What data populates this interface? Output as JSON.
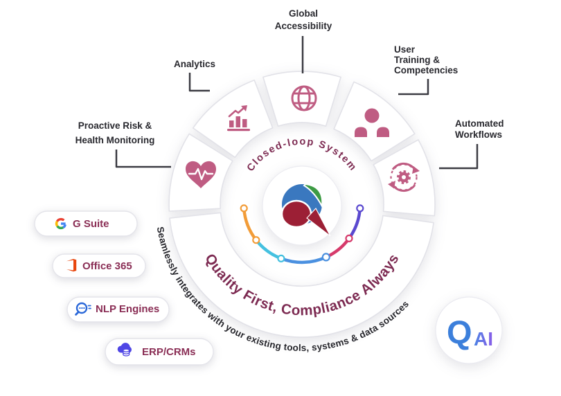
{
  "page": {
    "background": "#ffffff"
  },
  "diagram": {
    "ring_text": "Quality First, Compliance Always",
    "inner_text": "Closed-loop System",
    "outer_text": "Seamlessly integrates with your existing tools, systems & data sources",
    "segments": [
      {
        "id": "health",
        "icon": "heart-pulse-icon"
      },
      {
        "id": "analytics",
        "icon": "bar-chart-icon"
      },
      {
        "id": "global",
        "icon": "globe-icon"
      },
      {
        "id": "people",
        "icon": "team-icon"
      },
      {
        "id": "automation",
        "icon": "gear-sync-icon"
      }
    ]
  },
  "callouts": {
    "analytics": {
      "lines": [
        "Analytics"
      ]
    },
    "global": {
      "lines": [
        "Global",
        "Accessibility"
      ]
    },
    "people": {
      "lines": [
        "User",
        "Training &",
        "Competencies"
      ]
    },
    "automation": {
      "lines": [
        "Automated",
        "Workflows"
      ]
    },
    "health": {
      "lines": [
        "Proactive Risk &",
        "Health Monitoring"
      ]
    }
  },
  "integrations": [
    {
      "label": "G Suite",
      "icon": "google-g-icon"
    },
    {
      "label": "Office 365",
      "icon": "office-icon"
    },
    {
      "label": "NLP Engines",
      "icon": "nlp-search-icon"
    },
    {
      "label": "ERP/CRMs",
      "icon": "cloud-database-icon"
    }
  ],
  "qai": {
    "q": "Q",
    "ai": "AI"
  },
  "colors": {
    "icon_rose": "#bf5c82",
    "maroon_text": "#7d2b52",
    "dark_text": "#28282e",
    "qai_blue": "#3c7fdb",
    "qai_ai_gradient": [
      "#4a84e4",
      "#8a5ce8"
    ],
    "logo_blue": "#3a78bf",
    "logo_green": "#3d9b44",
    "logo_maroon": "#9c1f35",
    "journey": [
      "#f29c38",
      "#45c1e0",
      "#4a90e0",
      "#d63a6b",
      "#5a49cf"
    ],
    "google": [
      "#ea4335",
      "#fbbc05",
      "#34a853",
      "#4285f4"
    ],
    "office_orange": "#e8470f",
    "nlp_blue": "#2967d8",
    "erp_indigo": "#4f46e5"
  }
}
